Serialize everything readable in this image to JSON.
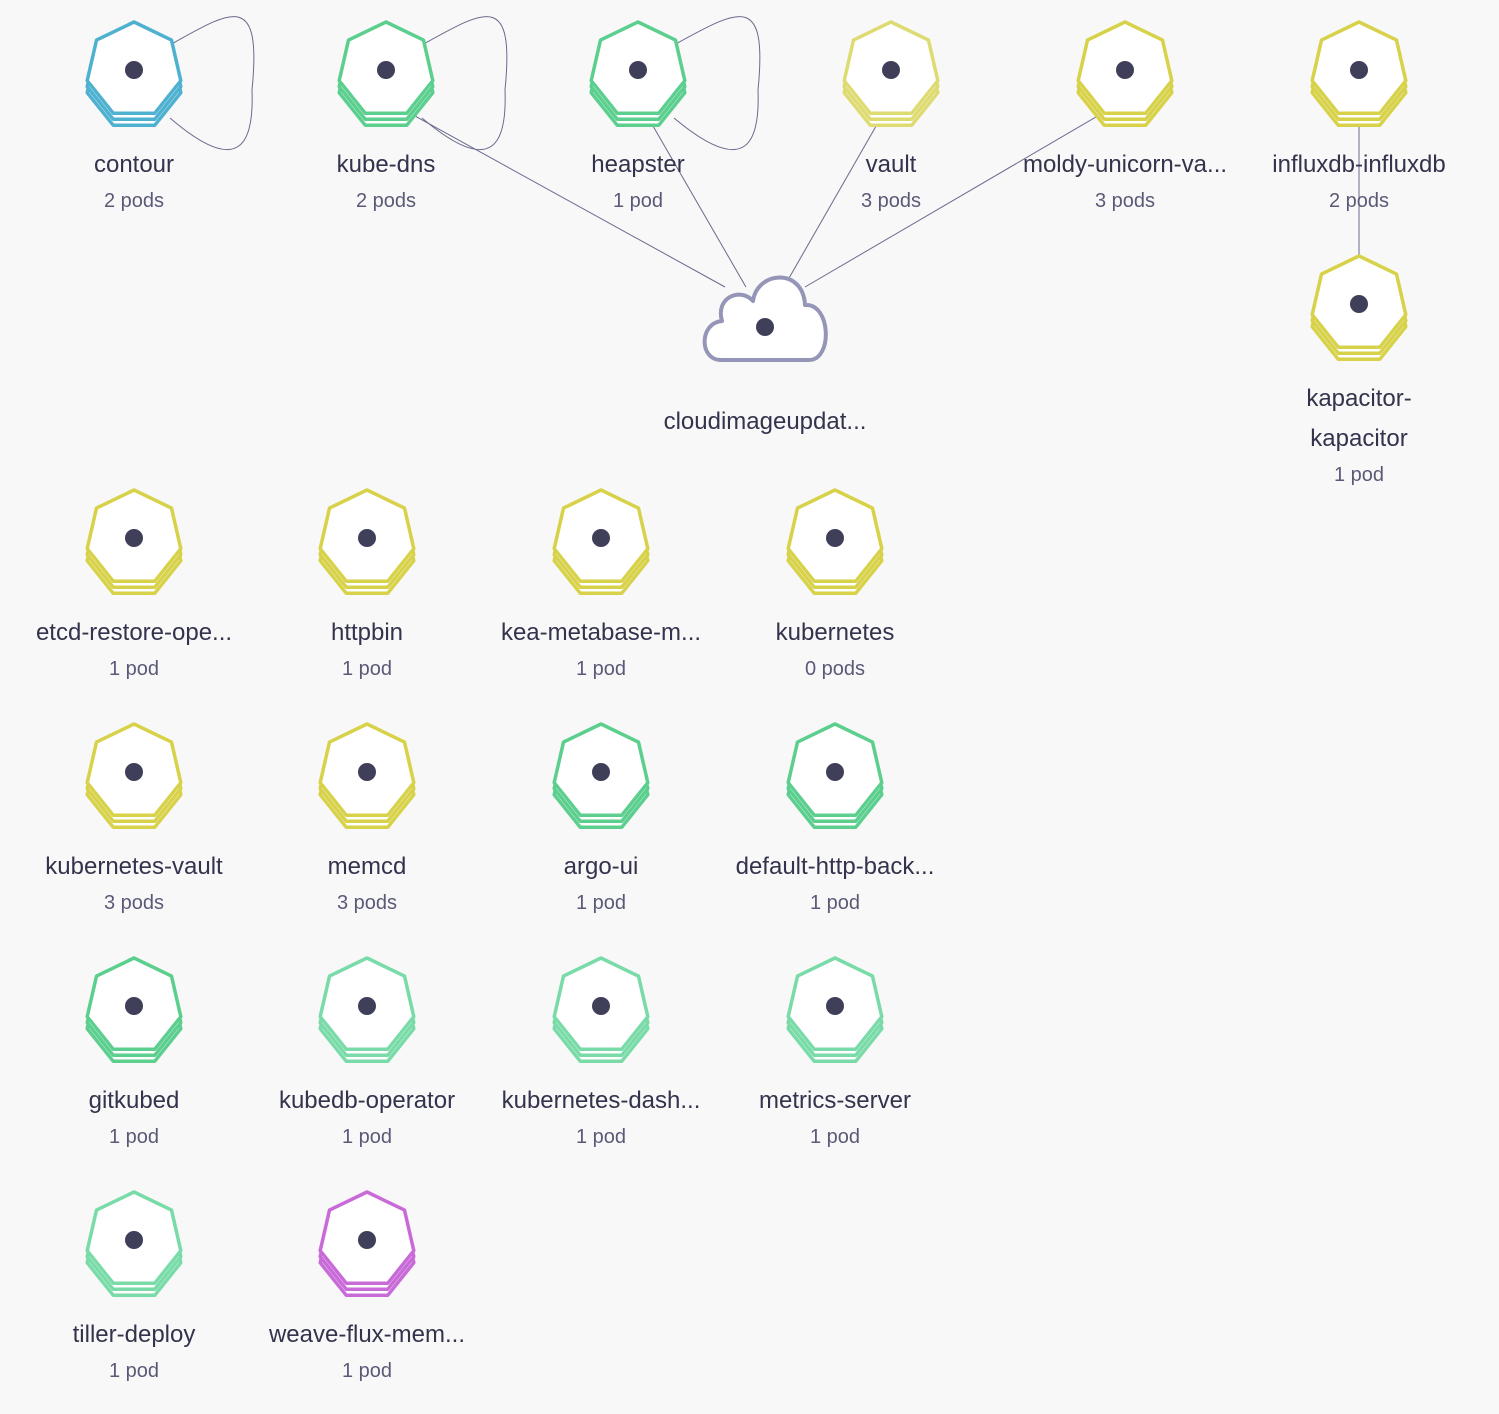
{
  "colors": {
    "blue": "#4fb1d0",
    "green": "#5ccf8e",
    "lightgreen": "#79dba8",
    "yellow": "#d7d24a",
    "paleyellow": "#dedb72",
    "purple": "#c86ad8",
    "cloud": "#9595b8",
    "dot": "#3f3f5a",
    "edge": "#6a6a8e",
    "background": "#f8f8f8"
  },
  "nodes": [
    {
      "id": "contour",
      "shape": "hex-stack",
      "color": "blue",
      "label": [
        "contour"
      ],
      "sub": "2 pods",
      "icon": "service-stack-icon"
    },
    {
      "id": "kube-dns",
      "shape": "hex-stack",
      "color": "green",
      "label": [
        "kube-dns"
      ],
      "sub": "2 pods",
      "icon": "service-stack-icon"
    },
    {
      "id": "heapster",
      "shape": "hex-stack",
      "color": "green",
      "label": [
        "heapster"
      ],
      "sub": "1 pod",
      "icon": "service-stack-icon"
    },
    {
      "id": "vault",
      "shape": "hex-stack",
      "color": "paleyellow",
      "label": [
        "vault"
      ],
      "sub": "3 pods",
      "icon": "service-stack-icon"
    },
    {
      "id": "moldy-unicorn-va",
      "shape": "hex-stack",
      "color": "yellow",
      "label": [
        "moldy-unicorn-va..."
      ],
      "sub": "3 pods",
      "icon": "service-stack-icon"
    },
    {
      "id": "influxdb-influxdb",
      "shape": "hex-stack",
      "color": "yellow",
      "label": [
        "influxdb-influxdb"
      ],
      "sub": "2 pods",
      "icon": "service-stack-icon"
    },
    {
      "id": "cloudimageupdat",
      "shape": "cloud",
      "color": "cloud",
      "label": [
        "cloudimageupdat..."
      ],
      "sub": "",
      "icon": "cloud-icon"
    },
    {
      "id": "kapacitor-kapacitor",
      "shape": "hex-stack",
      "color": "yellow",
      "label": [
        "kapacitor-",
        "kapacitor"
      ],
      "sub": "1 pod",
      "icon": "service-stack-icon"
    },
    {
      "id": "etcd-restore-ope",
      "shape": "hex-stack",
      "color": "yellow",
      "label": [
        "etcd-restore-ope..."
      ],
      "sub": "1 pod",
      "icon": "service-stack-icon"
    },
    {
      "id": "httpbin",
      "shape": "hex-stack",
      "color": "yellow",
      "label": [
        "httpbin"
      ],
      "sub": "1 pod",
      "icon": "service-stack-icon"
    },
    {
      "id": "kea-metabase-m",
      "shape": "hex-stack",
      "color": "yellow",
      "label": [
        "kea-metabase-m..."
      ],
      "sub": "1 pod",
      "icon": "service-stack-icon"
    },
    {
      "id": "kubernetes",
      "shape": "hex-stack",
      "color": "yellow",
      "label": [
        "kubernetes"
      ],
      "sub": "0 pods",
      "icon": "service-stack-icon"
    },
    {
      "id": "kubernetes-vault",
      "shape": "hex-stack",
      "color": "yellow",
      "label": [
        "kubernetes-vault"
      ],
      "sub": "3 pods",
      "icon": "service-stack-icon"
    },
    {
      "id": "memcd",
      "shape": "hex-stack",
      "color": "yellow",
      "label": [
        "memcd"
      ],
      "sub": "3 pods",
      "icon": "service-stack-icon"
    },
    {
      "id": "argo-ui",
      "shape": "hex-stack",
      "color": "green",
      "label": [
        "argo-ui"
      ],
      "sub": "1 pod",
      "icon": "service-stack-icon"
    },
    {
      "id": "default-http-back",
      "shape": "hex-stack",
      "color": "green",
      "label": [
        "default-http-back..."
      ],
      "sub": "1 pod",
      "icon": "service-stack-icon"
    },
    {
      "id": "gitkubed",
      "shape": "hex-stack",
      "color": "green",
      "label": [
        "gitkubed"
      ],
      "sub": "1 pod",
      "icon": "service-stack-icon"
    },
    {
      "id": "kubedb-operator",
      "shape": "hex-stack",
      "color": "lightgreen",
      "label": [
        "kubedb-operator"
      ],
      "sub": "1 pod",
      "icon": "service-stack-icon"
    },
    {
      "id": "kubernetes-dash",
      "shape": "hex-stack",
      "color": "lightgreen",
      "label": [
        "kubernetes-dash..."
      ],
      "sub": "1 pod",
      "icon": "service-stack-icon"
    },
    {
      "id": "metrics-server",
      "shape": "hex-stack",
      "color": "lightgreen",
      "label": [
        "metrics-server"
      ],
      "sub": "1 pod",
      "icon": "service-stack-icon"
    },
    {
      "id": "tiller-deploy",
      "shape": "hex-stack",
      "color": "lightgreen",
      "label": [
        "tiller-deploy"
      ],
      "sub": "1 pod",
      "icon": "service-stack-icon"
    },
    {
      "id": "weave-flux-mem",
      "shape": "hex-stack",
      "color": "purple",
      "label": [
        "weave-flux-mem..."
      ],
      "sub": "1 pod",
      "icon": "service-stack-icon"
    }
  ],
  "edges": [
    {
      "from": "contour",
      "to": "contour",
      "kind": "self-loop"
    },
    {
      "from": "kube-dns",
      "to": "kube-dns",
      "kind": "self-loop"
    },
    {
      "from": "heapster",
      "to": "heapster",
      "kind": "self-loop"
    },
    {
      "from": "kube-dns",
      "to": "cloudimageupdat",
      "kind": "line"
    },
    {
      "from": "heapster",
      "to": "cloudimageupdat",
      "kind": "line"
    },
    {
      "from": "vault",
      "to": "cloudimageupdat",
      "kind": "line"
    },
    {
      "from": "moldy-unicorn-va",
      "to": "cloudimageupdat",
      "kind": "line"
    },
    {
      "from": "influxdb-influxdb",
      "to": "kapacitor-kapacitor",
      "kind": "line"
    }
  ]
}
